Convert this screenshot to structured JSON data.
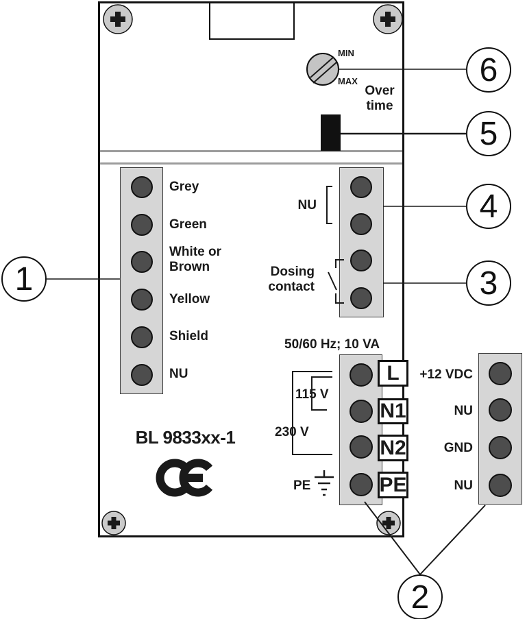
{
  "device": {
    "model": "BL 9833xx-1",
    "ce_mark": "CE"
  },
  "potentiometer": {
    "min_label": "MIN",
    "max_label": "MAX",
    "function_label": "Over\ntime"
  },
  "left_terminal_block": {
    "labels": [
      "Grey",
      "Green",
      "White or\nBrown",
      "Yellow",
      "Shield",
      "NU"
    ]
  },
  "io_terminal_block": {
    "nu_label": "NU",
    "dosing_label": "Dosing\ncontact"
  },
  "power_terminal_block": {
    "rating": "50/60 Hz; 10 VA",
    "terminals": [
      "L",
      "N1",
      "N2",
      "PE"
    ],
    "bracket_115": "115 V",
    "bracket_230": "230 V",
    "pe_label": "PE"
  },
  "dc_terminal_block": {
    "labels": [
      "+12 VDC",
      "NU",
      "GND",
      "NU"
    ]
  },
  "callouts": [
    "1",
    "2",
    "3",
    "4",
    "5",
    "6"
  ]
}
